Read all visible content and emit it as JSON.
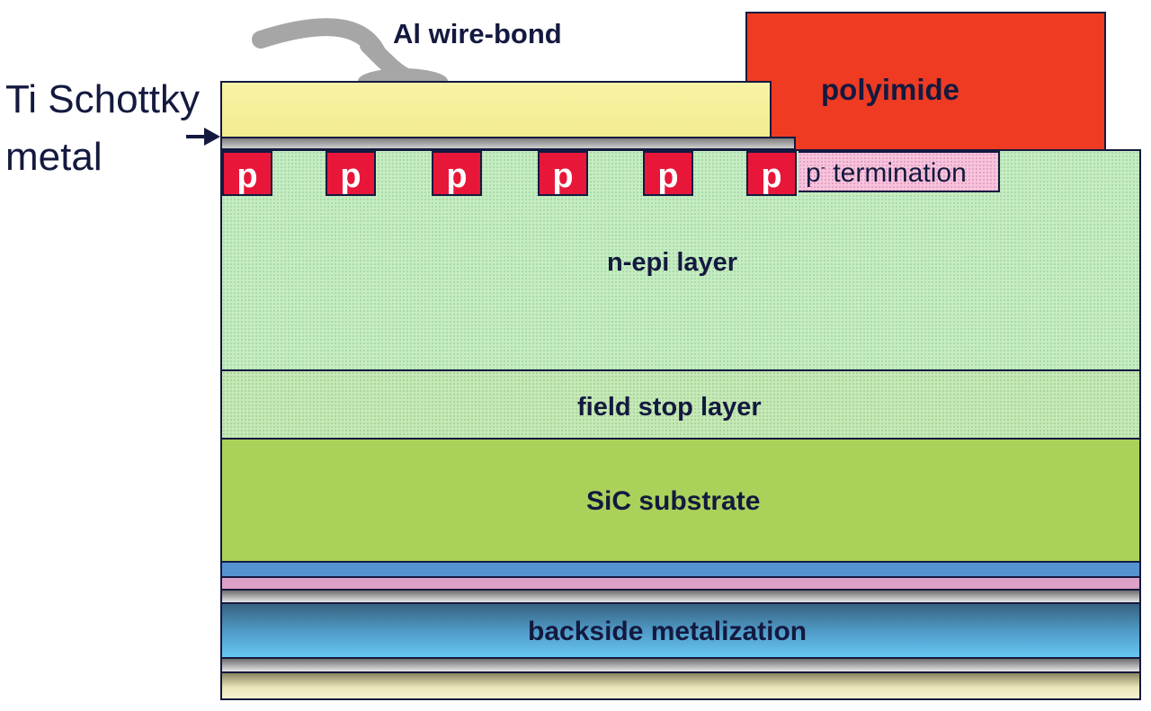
{
  "diagram": {
    "type": "device-cross-section",
    "labels": {
      "wire_bond": "Al wire-bond",
      "schottky_metal_line1": "Ti Schottky",
      "schottky_metal_line2": "metal",
      "polyimide": "polyimide",
      "termination_base": "p",
      "termination_sup": "-",
      "termination_text": " termination",
      "n_epi": "n-epi layer",
      "field_stop": "field stop layer",
      "substrate": "SiC substrate",
      "backside": "backside metalization"
    },
    "p_regions": [
      "p",
      "p",
      "p",
      "p",
      "p",
      "p"
    ],
    "colors": {
      "text": "#14193f",
      "al_top_metal": "#f7f09a",
      "schottky_metal": "#a9a9a9",
      "wire_bond": "#a6a6a6",
      "polyimide": "#ee3b22",
      "p_region": "#e8173a",
      "p_termination": "#f6c4dc",
      "n_epi": "#c6ecc4",
      "field_stop": "#c7e8b9",
      "substrate": "#aad25a",
      "backside_blue": "#5592cf",
      "backside_pink": "#dda0c6",
      "backside_main": "#5ebfee"
    }
  }
}
